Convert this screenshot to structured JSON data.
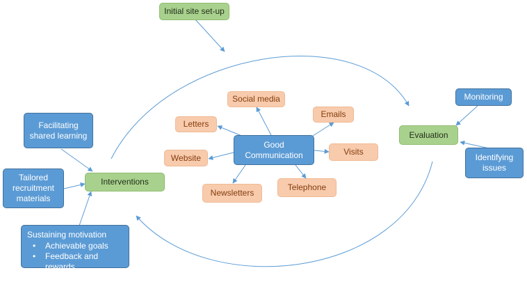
{
  "colors": {
    "green": "#a9d18e",
    "blue": "#5b9bd5",
    "orange": "#f8cbad",
    "connector": "#5b9bd5"
  },
  "nodes": {
    "initial_setup": "Initial site set-up",
    "interventions": "Interventions",
    "evaluation": "Evaluation",
    "monitoring": "Monitoring",
    "identifying_issues": "Identifying\nissues",
    "facilitating": "Facilitating\nshared learning",
    "tailored": "Tailored\nrecruitment\nmaterials",
    "sustaining": {
      "title": "Sustaining motivation",
      "items": [
        "Achievable goals",
        "Feedback and rewards"
      ]
    },
    "good_communication": "Good\nCommunication",
    "channels": {
      "social_media": "Social media",
      "letters": "Letters",
      "emails": "Emails",
      "website": "Website",
      "visits": "Visits",
      "newsletters": "Newsletters",
      "telephone": "Telephone"
    }
  }
}
